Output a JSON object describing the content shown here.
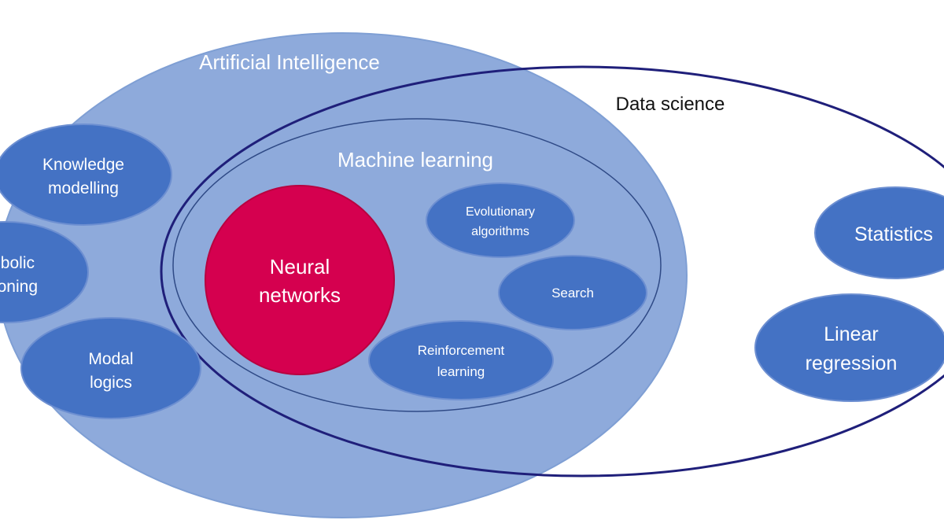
{
  "colors": {
    "ai_fill": "#8eaadb",
    "ai_stroke": "#7f9fd4",
    "ml_stroke": "#2f4a86",
    "ds_stroke": "#1f1f7a",
    "node_fill": "#4472c4",
    "node_stroke": "#6d8fd1",
    "neural_fill": "#d5004f",
    "label_light": "#ffffff",
    "label_dark": "#111111"
  },
  "regions": {
    "ai": {
      "label": "Artificial Intelligence"
    },
    "ml": {
      "label": "Machine learning"
    },
    "ds": {
      "label": "Data science"
    }
  },
  "nodes": {
    "knowledge_modelling": {
      "line1": "Knowledge",
      "line2": "modelling"
    },
    "symbolic_reasoning": {
      "line1": "bolic",
      "line2": "oning"
    },
    "modal_logics": {
      "line1": "Modal",
      "line2": "logics"
    },
    "neural_networks": {
      "line1": "Neural",
      "line2": "networks"
    },
    "evolutionary_algorithms": {
      "line1": "Evolutionary",
      "line2": "algorithms"
    },
    "search": {
      "line1": "Search"
    },
    "reinforcement_learning": {
      "line1": "Reinforcement",
      "line2": "learning"
    },
    "statistics": {
      "line1": "Statistics"
    },
    "linear_regression": {
      "line1": "Linear",
      "line2": "regression"
    }
  }
}
